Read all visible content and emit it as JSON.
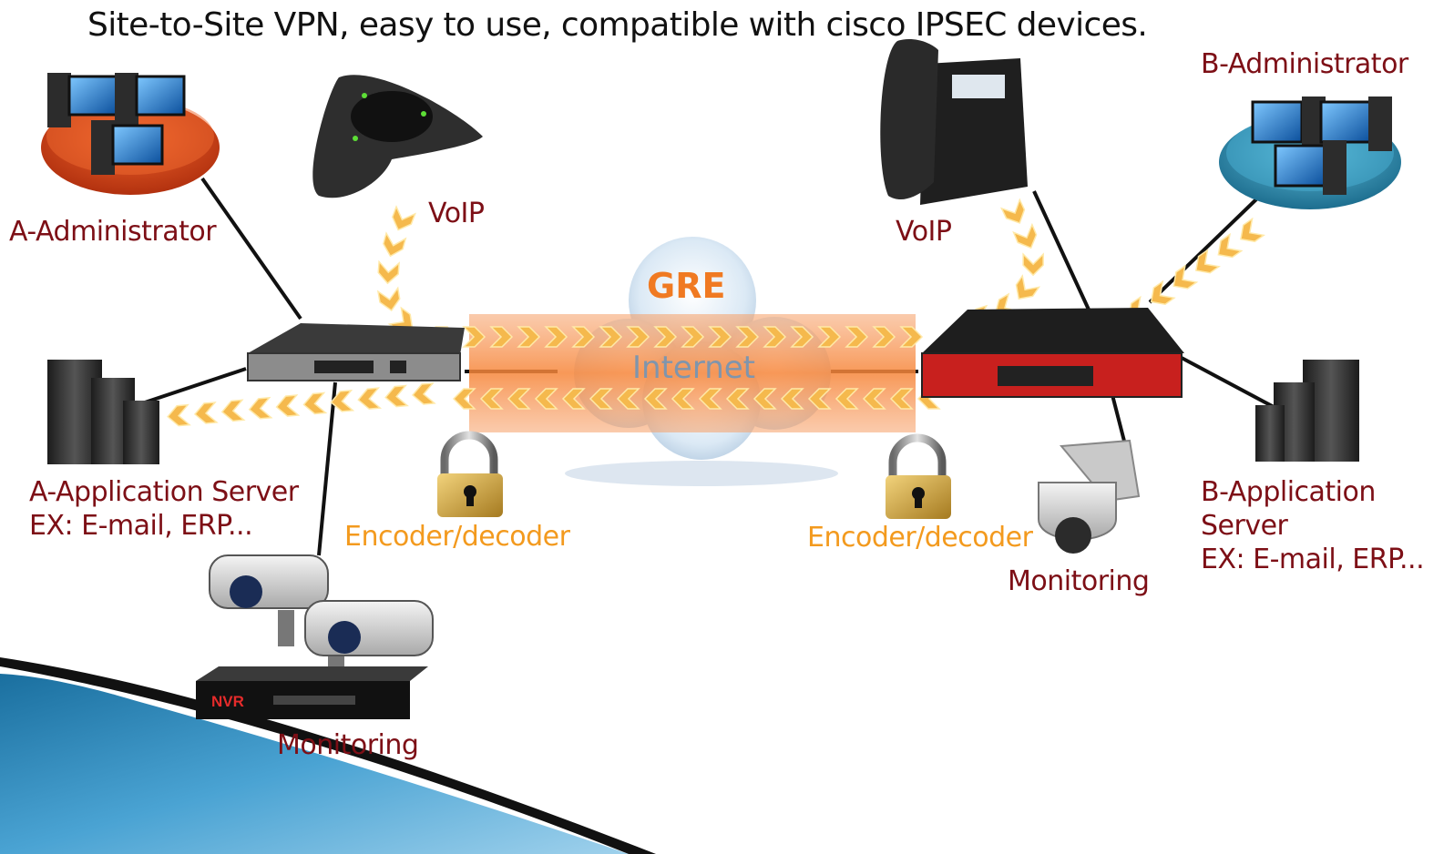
{
  "title": "Site-to-Site VPN, easy to use, compatible with cisco IPSEC devices.",
  "cloud": {
    "top_label": "GRE",
    "bottom_label": "Internet"
  },
  "site_a": {
    "administrator_label": "A-Administrator",
    "voip_label": "VoIP",
    "app_server_label": "A-Application Server",
    "app_server_example": "EX: E-mail, ERP...",
    "encoder_label": "Encoder/decoder",
    "monitoring_label": "Monitoring",
    "nvr_label": "NVR"
  },
  "site_b": {
    "administrator_label": "B-Administrator",
    "voip_label": "VoIP",
    "app_server_label_line1": "B-Application",
    "app_server_label_line2": "Server",
    "app_server_example": "EX: E-mail, ERP...",
    "encoder_label": "Encoder/decoder",
    "monitoring_label": "Monitoring"
  },
  "colors": {
    "label_text": "#7d0f16",
    "encoder_text": "#f39a1e",
    "tunnel": "#f7863a",
    "chevron": "#f5b94d",
    "admin_a_platform": "#d84a1c",
    "admin_b_platform": "#2a8fb0",
    "router_b": "#c8201e",
    "accent_blue": "#2f8fc4"
  }
}
